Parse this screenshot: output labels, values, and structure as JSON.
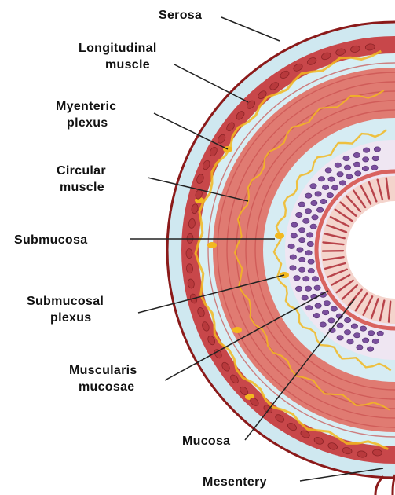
{
  "labels": {
    "serosa": "Serosa",
    "longitudinal_line1": "Longitudinal",
    "longitudinal_line2": "muscle",
    "myenteric_line1": "Myenteric",
    "myenteric_line2": "plexus",
    "circular_line1": "Circular",
    "circular_line2": "muscle",
    "submucosa": "Submucosa",
    "submucosal_line1": "Submucosal",
    "submucosal_line2": "plexus",
    "muscularis_line1": "Muscularis",
    "muscularis_line2": "mucosae",
    "mucosa": "Mucosa",
    "mesentery": "Mesentery"
  },
  "colors": {
    "serosa_outline": "#8b1a1a",
    "serosa_fill": "#cfe8f0",
    "longitudinal_muscle": "#c8474a",
    "circular_muscle": "#e07b72",
    "circular_muscle_stripe": "#c9504e",
    "submucosa": "#d6ecf3",
    "glands": "#7b4f9e",
    "muscularis_mucosae": "#d9635f",
    "mucosa_fold": "#e58b80",
    "plexus_yellow": "#f2b820",
    "leader_line": "#222222"
  }
}
